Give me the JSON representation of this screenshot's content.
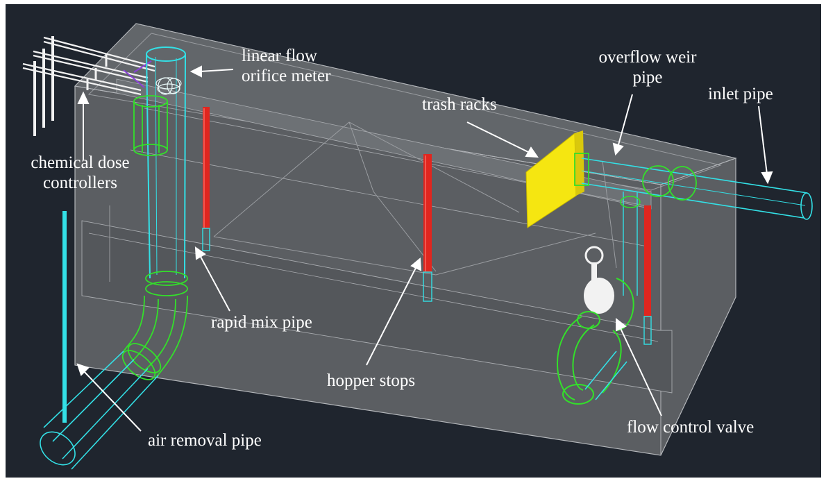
{
  "colors": {
    "background": "#1f252e",
    "tank_fill": "#5a5d61",
    "tank_edge": "#a9acb0",
    "pipe_cyan": "#33e0e6",
    "fitting_green": "#33e02a",
    "hopper_stop_red": "#e0261f",
    "trash_rack_yellow": "#f5e611",
    "valve_white": "#f2f2f2",
    "label_text": "#ffffff"
  },
  "labels": {
    "linear_flow_orifice_meter": [
      "linear flow",
      "orifice meter"
    ],
    "overflow_weir_pipe": [
      "overflow weir",
      "pipe"
    ],
    "inlet_pipe": [
      "inlet pipe"
    ],
    "trash_racks": [
      "trash racks"
    ],
    "chemical_dose_controllers": [
      "chemical dose",
      "controllers"
    ],
    "rapid_mix_pipe": [
      "rapid mix pipe"
    ],
    "hopper_stops": [
      "hopper stops"
    ],
    "air_removal_pipe": [
      "air removal pipe"
    ],
    "flow_control_valve": [
      "flow control valve"
    ]
  }
}
